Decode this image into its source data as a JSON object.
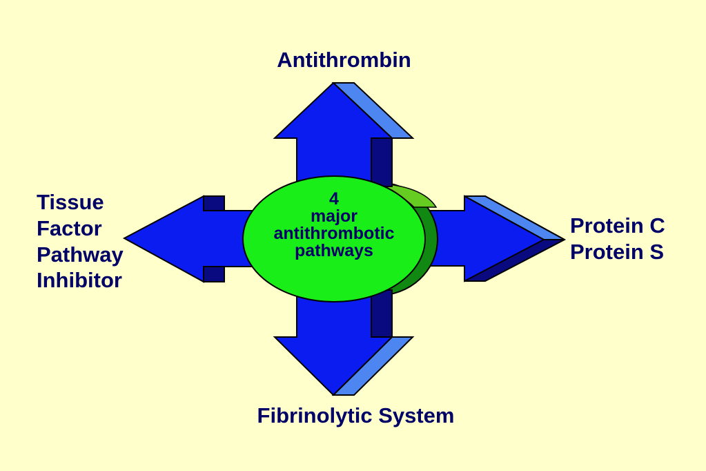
{
  "diagram": {
    "center": {
      "lines": [
        "4",
        "major",
        "antithrombotic",
        "pathways"
      ]
    },
    "top": {
      "label": "Antithrombin"
    },
    "bottom": {
      "label": "Fibrinolytic System"
    },
    "left": {
      "lines": [
        "Tissue",
        "Factor",
        "Pathway",
        "Inhibitor"
      ]
    },
    "right": {
      "lines": [
        "Protein C",
        "Protein S"
      ]
    }
  },
  "colors": {
    "background": "#ffffcc",
    "arrow_fill": "#0a1cf0",
    "arrow_side": "#4d86f0",
    "arrow_shadow": "#0a0a80",
    "ellipse_fill": "#19ee19",
    "ellipse_back": "#118811",
    "text": "#000066"
  }
}
